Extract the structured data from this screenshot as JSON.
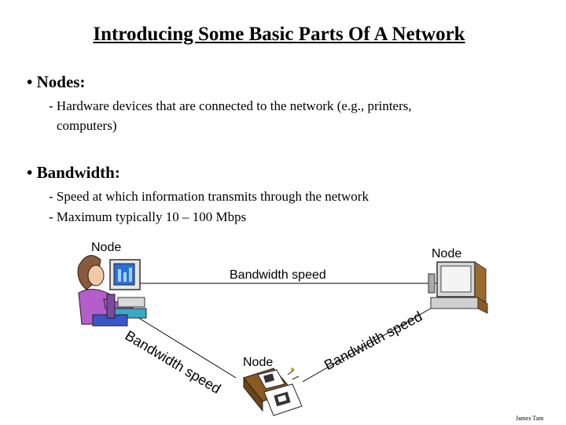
{
  "title": "Introducing Some Basic Parts Of A Network",
  "bullets": [
    {
      "heading": "• Nodes:",
      "items": [
        "- Hardware devices that are connected to the network (e.g., printers,",
        "computers)"
      ]
    },
    {
      "heading": "• Bandwidth:",
      "items": [
        "- Speed at which information transmits through the network",
        "- Maximum typically 10 – 100 Mbps"
      ]
    }
  ],
  "diagram": {
    "node_label_left": "Node",
    "node_label_right": "Node",
    "node_label_bottom": "Node",
    "bandwidth_top": "Bandwidth speed",
    "bandwidth_left": "Bandwidth speed",
    "bandwidth_right": "Bandwidth speed",
    "icons": [
      "person-at-computer-icon",
      "desktop-computer-icon",
      "printer-icon"
    ]
  },
  "credit": "James Tam"
}
